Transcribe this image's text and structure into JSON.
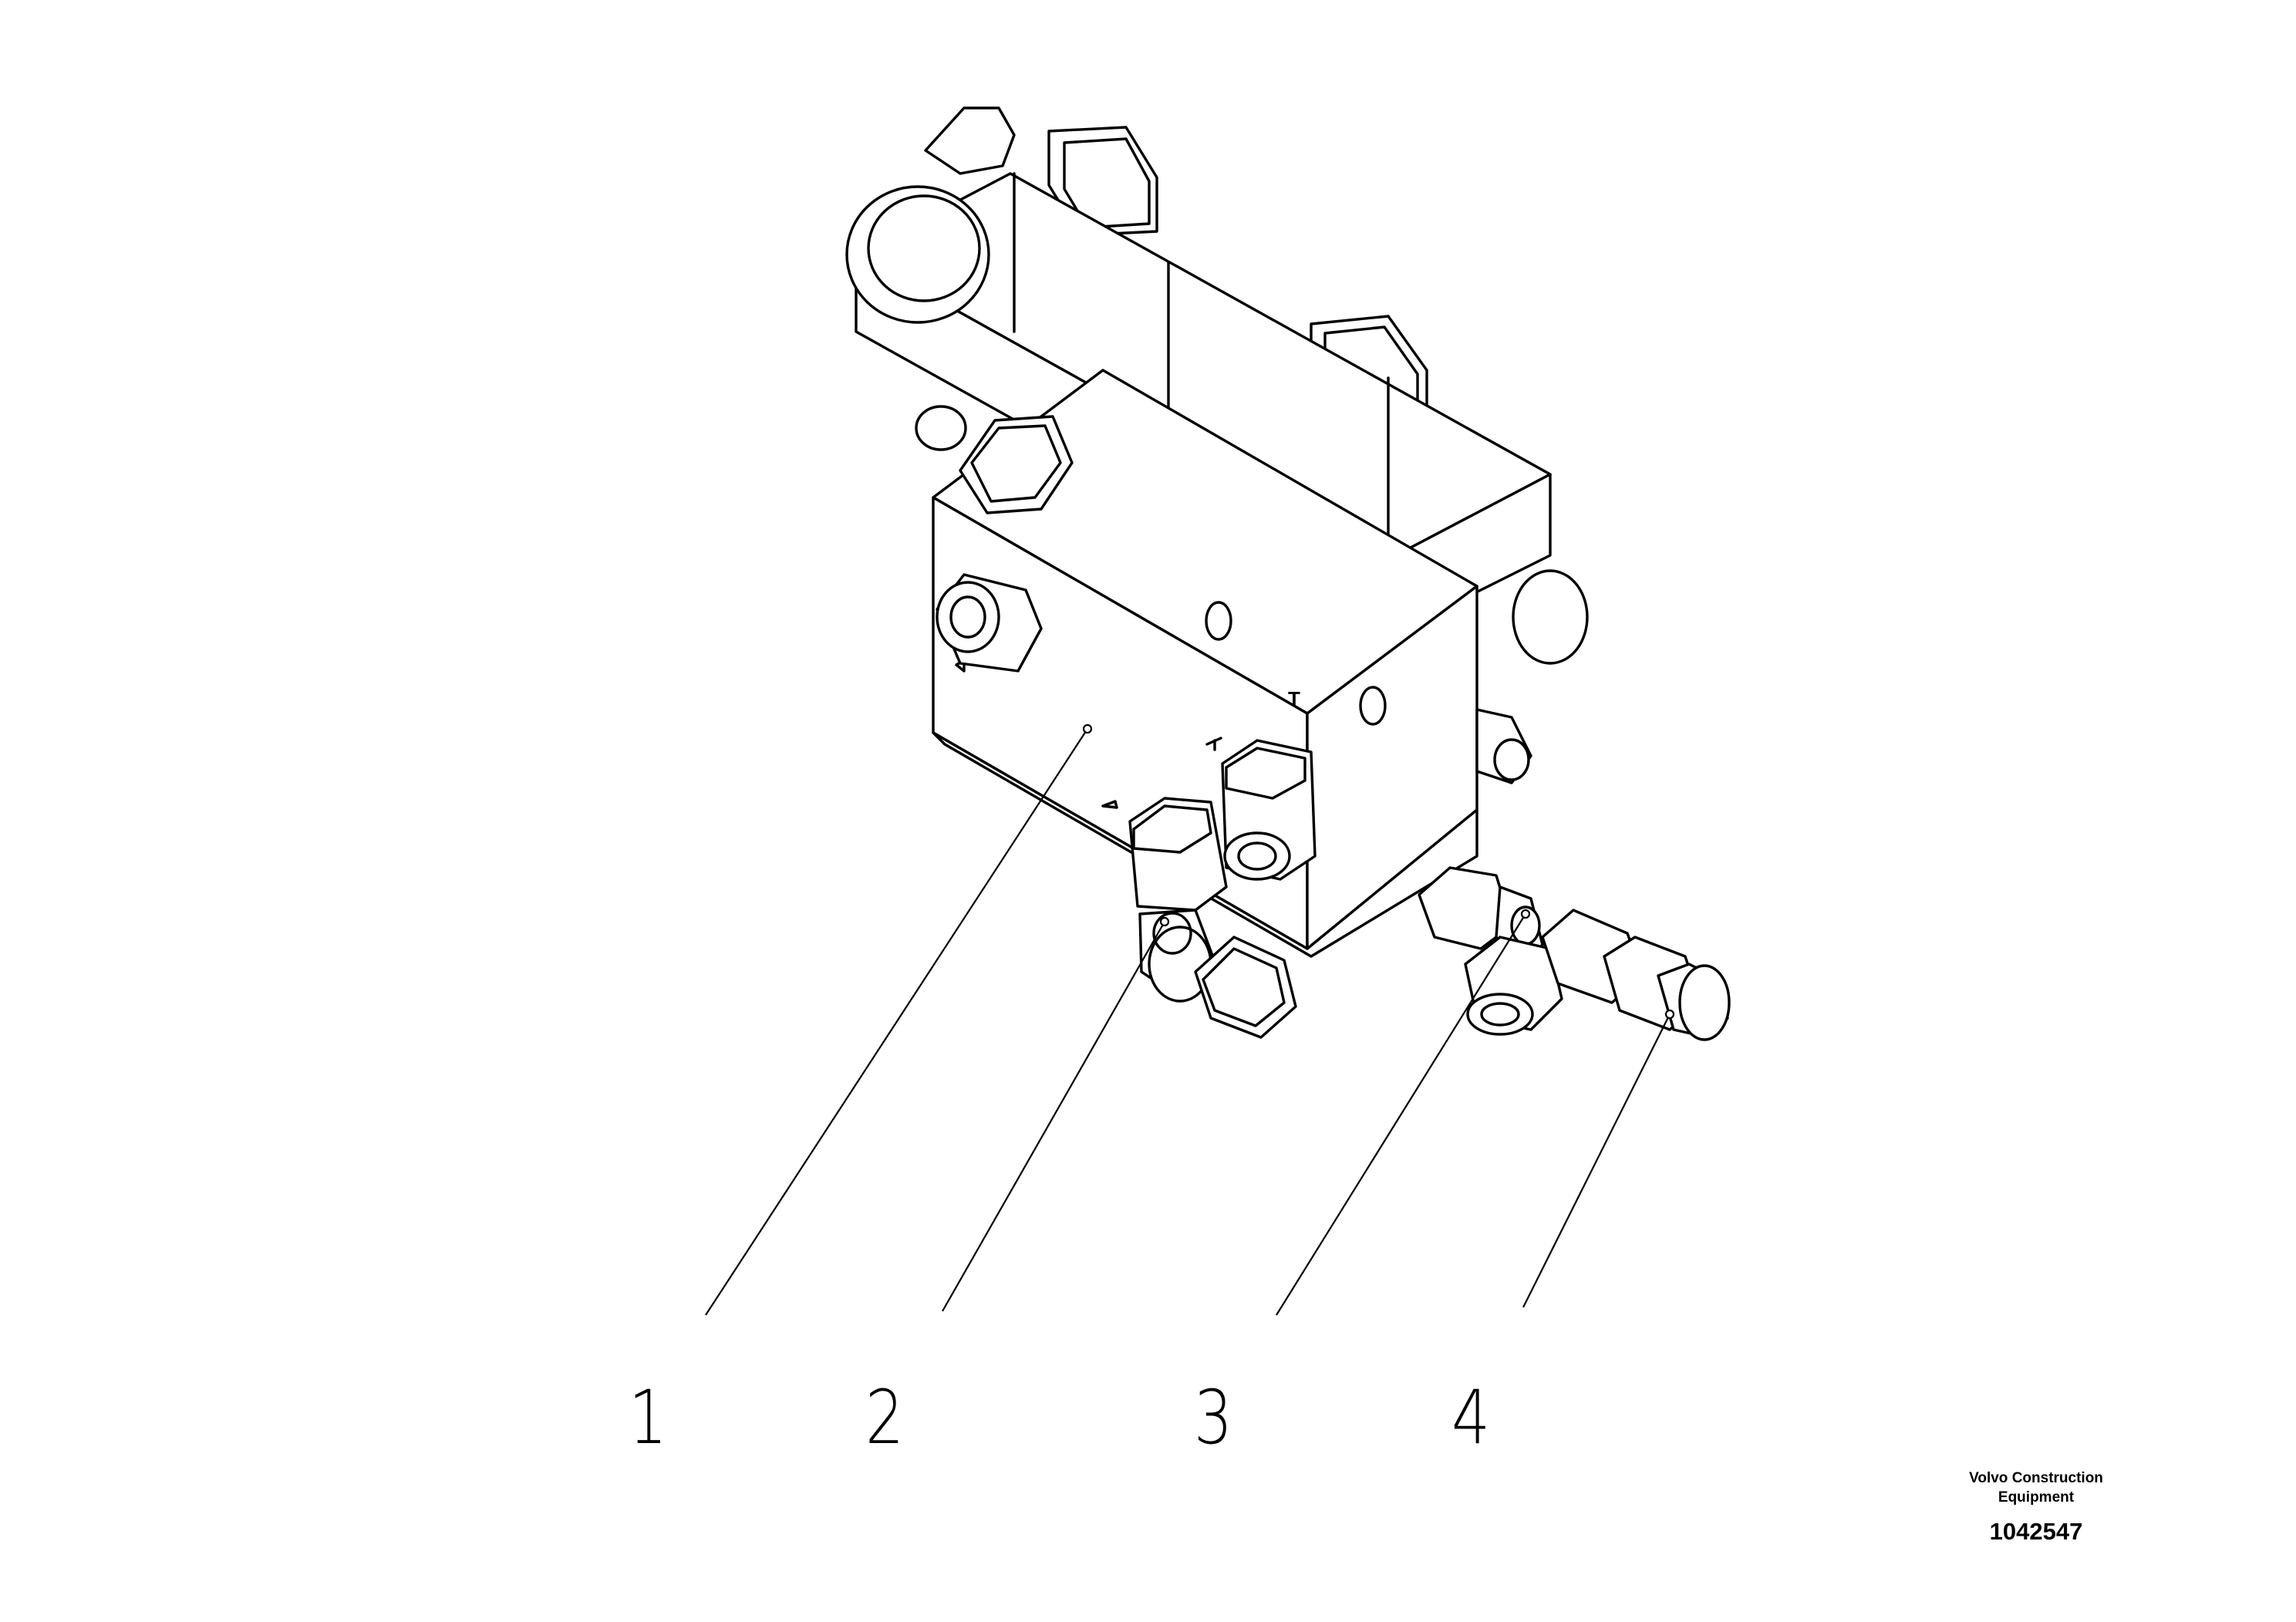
{
  "diagram": {
    "callouts": [
      {
        "id": "1",
        "label": "1"
      },
      {
        "id": "2",
        "label": "2"
      },
      {
        "id": "3",
        "label": "3"
      },
      {
        "id": "4",
        "label": "4"
      }
    ],
    "port_marks": {
      "T": "T"
    }
  },
  "footer": {
    "brand_line1": "Volvo Construction",
    "brand_line2": "Equipment",
    "document_number": "1042547"
  }
}
